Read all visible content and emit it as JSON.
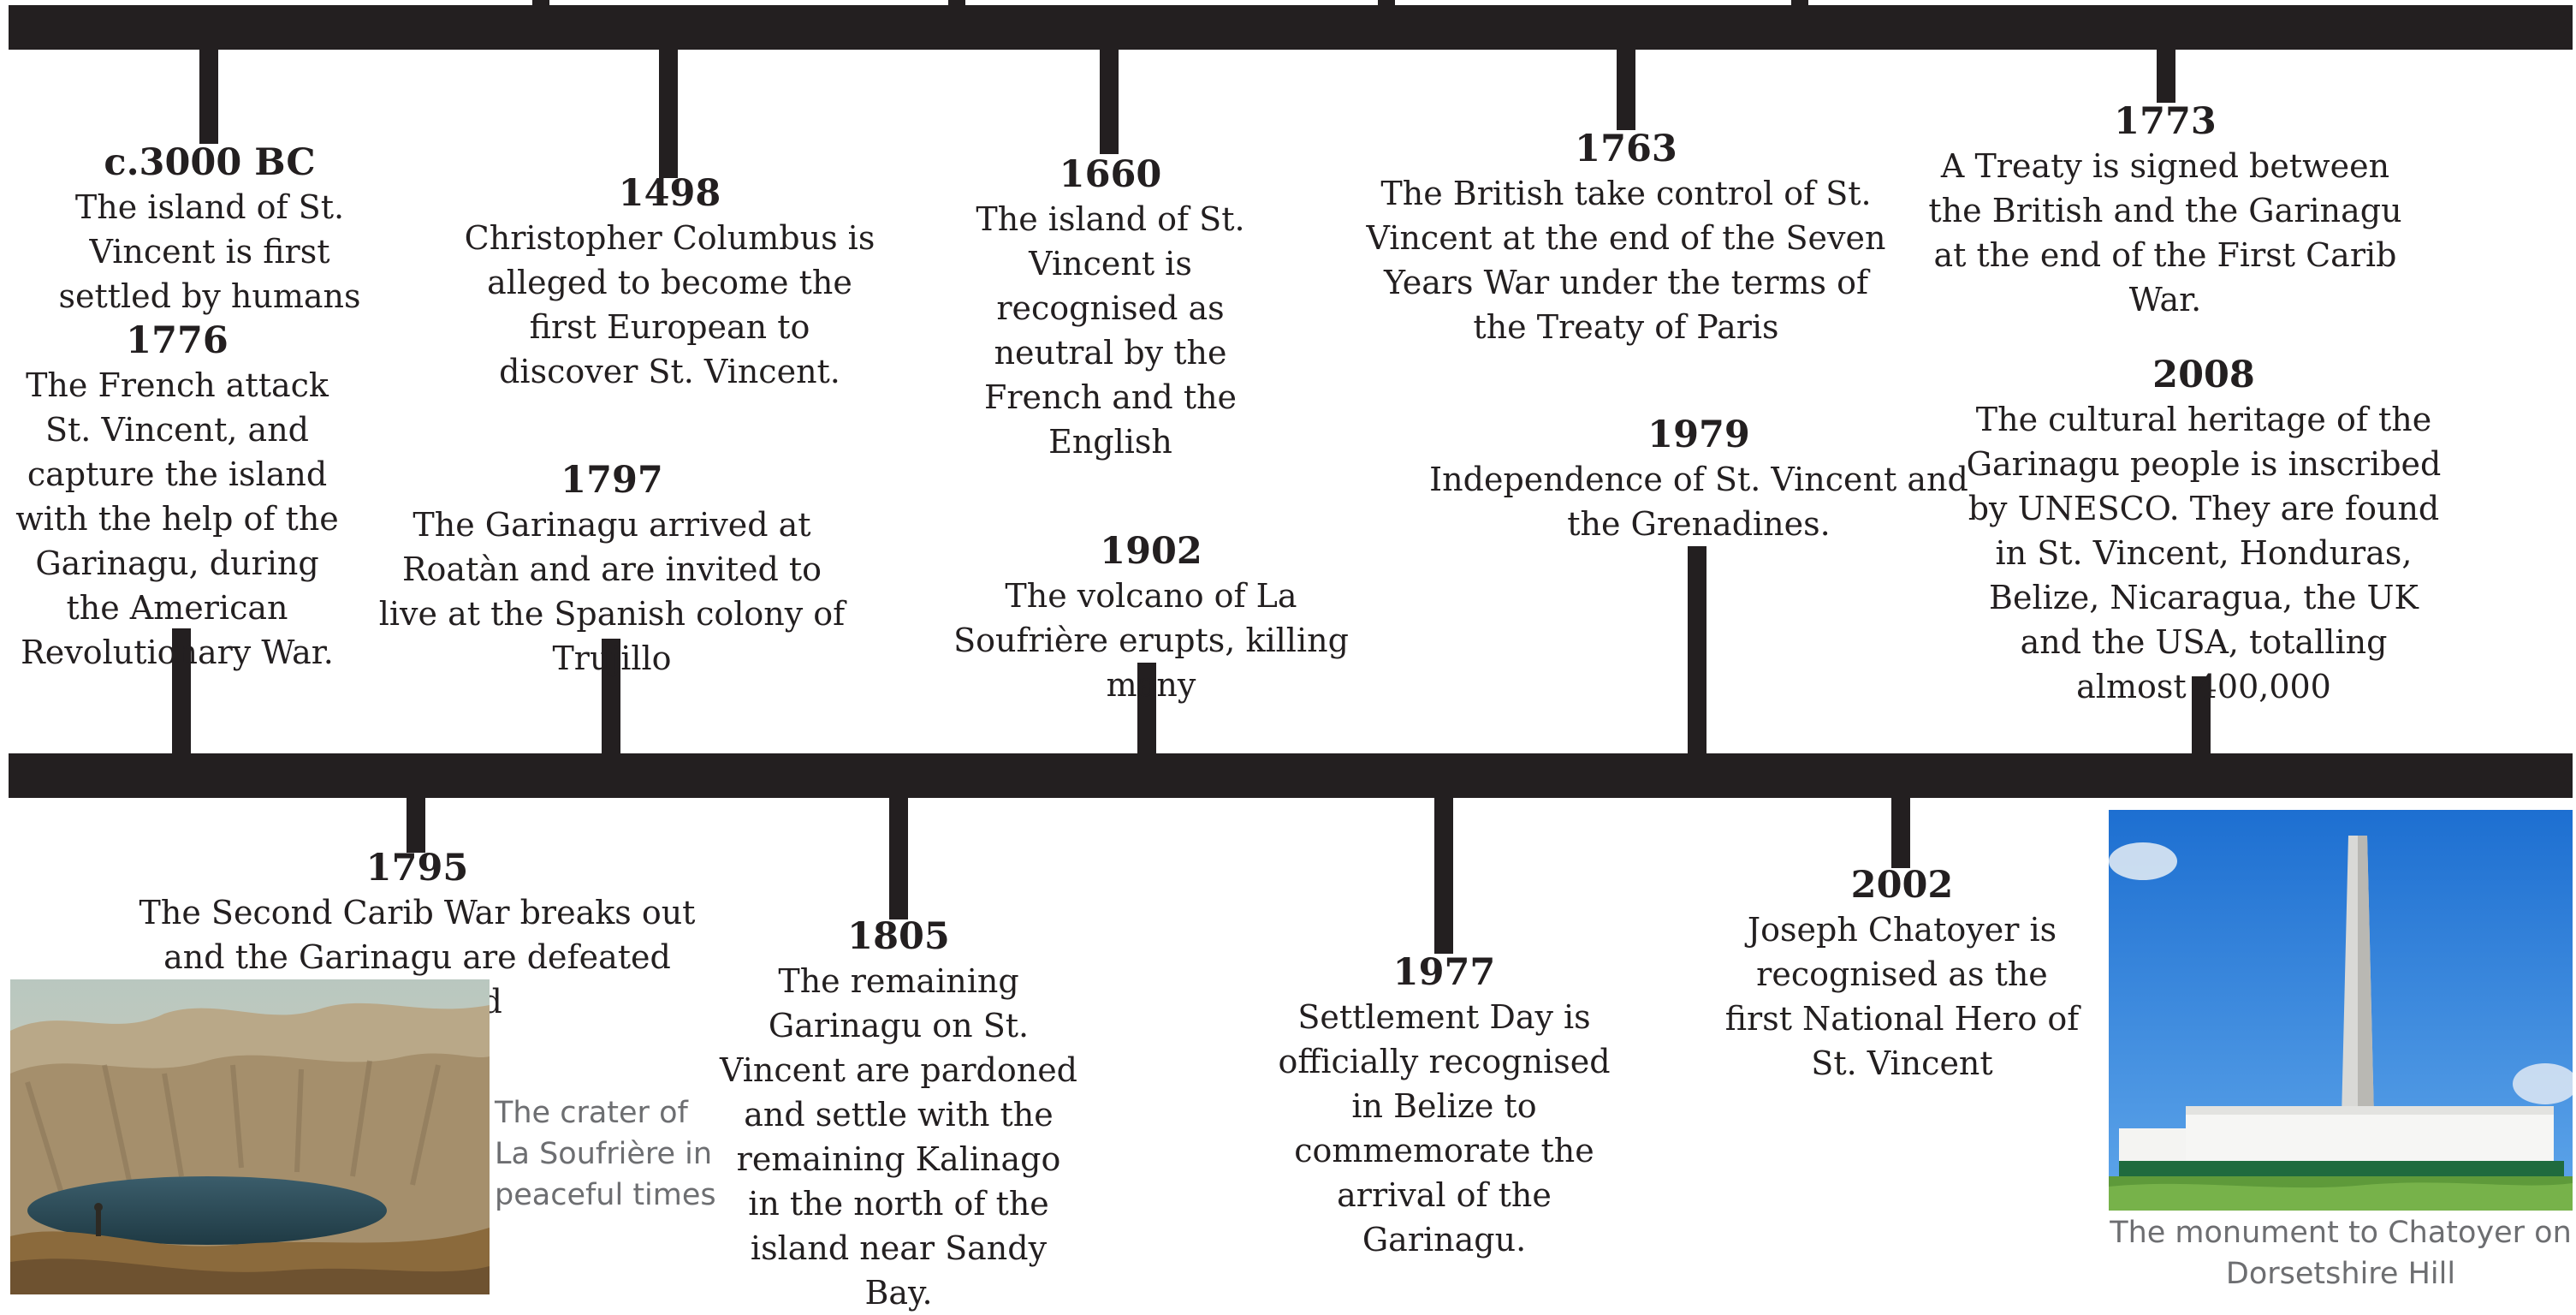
{
  "colors": {
    "line": "#231f20",
    "text": "#231f20",
    "caption": "#6d6e71"
  },
  "events": [
    {
      "year": "c.3000 BC",
      "text": "The island of St. Vincent is first settled by humans"
    },
    {
      "year": "1776",
      "text": "The French attack St. Vincent, and capture the island with the help of the Garinagu, during the American Revolutionary War."
    },
    {
      "year": "1498",
      "text": "Christopher Columbus is alleged to become the first European to discover St. Vincent."
    },
    {
      "year": "1797",
      "text": "The Garinagu arrived at Roatàn and are invited to live at the Spanish colony of Trujillo"
    },
    {
      "year": "1660",
      "text": "The island of St. Vincent is recognised as neutral by the French and the English"
    },
    {
      "year": "1902",
      "text": "The volcano of La Soufrière erupts, killing many"
    },
    {
      "year": "1763",
      "text": "The British take control of St. Vincent at the end of the Seven Years War under the terms of the Treaty of Paris"
    },
    {
      "year": "1979",
      "text": "Independence of St. Vincent and the Grenadines."
    },
    {
      "year": "1773",
      "text": "A Treaty is signed between the British and the Garinagu at the end of the First Carib War."
    },
    {
      "year": "2008",
      "text": "The cultural heritage of the Garinagu people is inscribed by UNESCO. They are found in St. Vincent, Honduras, Belize, Nicaragua, the UK and the USA, totalling almost 400,000"
    },
    {
      "year": "1795",
      "text": "The Second Carib War breaks out and the Garinagu are defeated and exiled"
    },
    {
      "year": "1805",
      "text": "The remaining Garinagu on St. Vincent are pardoned and settle with the remaining Kalinago in the north of the island near Sandy Bay."
    },
    {
      "year": "1977",
      "text": "Settlement Day is officially recognised in Belize to commemorate the arrival of the Garinagu."
    },
    {
      "year": "2002",
      "text": "Joseph Chatoyer is recognised as the first National Hero of St. Vincent"
    }
  ],
  "captions": {
    "crater": "The crater of La Soufrière in peaceful times",
    "monument": "The monument to Chatoyer on Dorsetshire Hill"
  }
}
